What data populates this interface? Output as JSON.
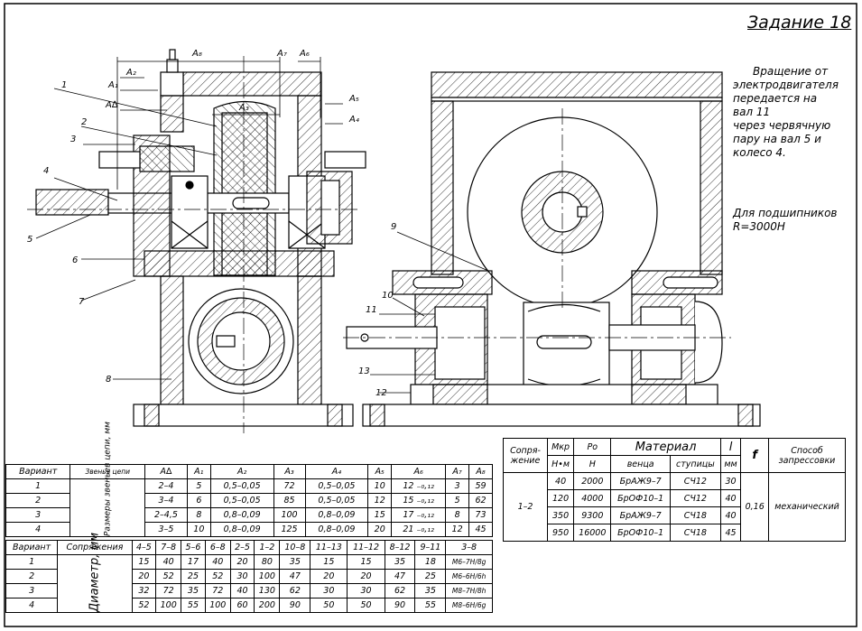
{
  "title": "Задание 18",
  "note": {
    "lines": [
      "Вращение от",
      "электродвигателя",
      "передается на",
      "вал 11",
      "через червячную",
      "пару на вал 5 и",
      "колесо 4."
    ],
    "bearing_line1": "Для подшипников",
    "bearing_line2": "R=3000Н"
  },
  "part_labels": [
    "1",
    "2",
    "3",
    "4",
    "5",
    "6",
    "7",
    "8",
    "9",
    "10",
    "11",
    "12",
    "13"
  ],
  "dim_labels": {
    "A1": "A₁",
    "A2": "A₂",
    "A3": "A₃",
    "A4": "A₄",
    "A5": "A₅",
    "A6": "A₆",
    "A7": "A₇",
    "A8": "A₈",
    "Ad": "A∆"
  },
  "table1": {
    "h_variant": "Вариант",
    "h_links": "Звенья цепи",
    "h_sizes": "Размеры звеньев цепи, мм",
    "cols": [
      "A∆",
      "A₁",
      "A₂",
      "A₃",
      "A₄",
      "A₅",
      "A₆",
      "A₇",
      "A₈"
    ],
    "rows": [
      {
        "v": "1",
        "c": [
          "2–4",
          "5",
          "0,5–0,05",
          "72",
          "0,5–0,05",
          "10",
          "12 ₋₀,₁₂",
          "3",
          "59"
        ]
      },
      {
        "v": "2",
        "c": [
          "3–4",
          "6",
          "0,5–0,05",
          "85",
          "0,5–0,05",
          "12",
          "15 ₋₀,₁₂",
          "5",
          "62"
        ]
      },
      {
        "v": "3",
        "c": [
          "2–4,5",
          "8",
          "0,8–0,09",
          "100",
          "0,8–0,09",
          "15",
          "17 ₋₀,₁₂",
          "8",
          "73"
        ]
      },
      {
        "v": "4",
        "c": [
          "3–5",
          "10",
          "0,8–0,09",
          "125",
          "0,8–0,09",
          "20",
          "21 ₋₀,₁₂",
          "12",
          "45"
        ]
      }
    ]
  },
  "table2": {
    "h_variant": "Вариант",
    "h_joints": "Сопряжения",
    "h_diam": "Диаметр, мм",
    "cols": [
      "4–5",
      "7–8",
      "5–6",
      "6–8",
      "2–5",
      "1–2",
      "10–8",
      "11–13",
      "11–12",
      "8–12",
      "9–11",
      "3–8"
    ],
    "rows": [
      {
        "v": "1",
        "c": [
          "15",
          "40",
          "17",
          "40",
          "20",
          "80",
          "35",
          "15",
          "15",
          "35",
          "18",
          "M6–7H/8g"
        ]
      },
      {
        "v": "2",
        "c": [
          "20",
          "52",
          "25",
          "52",
          "30",
          "100",
          "47",
          "20",
          "20",
          "47",
          "25",
          "M6–6H/6h"
        ]
      },
      {
        "v": "3",
        "c": [
          "32",
          "72",
          "35",
          "72",
          "40",
          "130",
          "62",
          "30",
          "30",
          "62",
          "35",
          "M8–7H/8h"
        ]
      },
      {
        "v": "4",
        "c": [
          "52",
          "100",
          "55",
          "100",
          "60",
          "200",
          "90",
          "50",
          "50",
          "90",
          "55",
          "M8–6H/6g"
        ]
      }
    ]
  },
  "table3": {
    "h_joint": "Сопря- жение",
    "h_mkp": "Mкр",
    "h_mkp_unit": "Н•м",
    "h_p": "Pо",
    "h_p_unit": "Н",
    "h_material": "Материал",
    "h_rim": "венца",
    "h_hub": "ступицы",
    "h_l": "l",
    "h_l_unit": "мм",
    "h_f": "f",
    "h_method": "Способ запрессовки",
    "joint": "1–2",
    "f": "0,16",
    "method": "механический",
    "rows": [
      {
        "m": "40",
        "p": "2000",
        "rim": "БрАЖ9–7",
        "hub": "СЧ12",
        "l": "30"
      },
      {
        "m": "120",
        "p": "4000",
        "rim": "БрОФ10–1",
        "hub": "СЧ12",
        "l": "40"
      },
      {
        "m": "350",
        "p": "9300",
        "rim": "БрАЖ9–7",
        "hub": "СЧ18",
        "l": "40"
      },
      {
        "m": "950",
        "p": "16000",
        "rim": "БрОФ10–1",
        "hub": "СЧ18",
        "l": "45"
      }
    ]
  }
}
